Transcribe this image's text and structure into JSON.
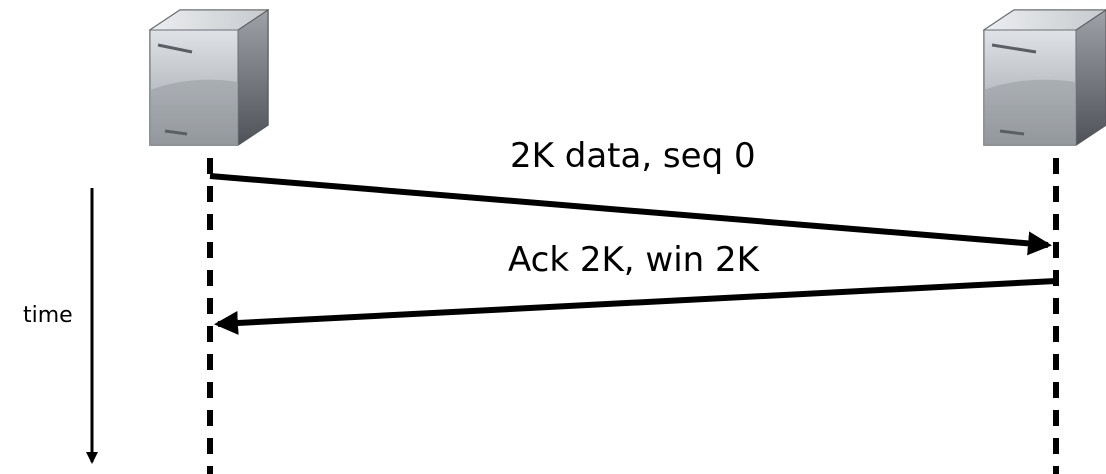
{
  "messages": [
    {
      "label": "2K data, seq 0",
      "from": "left-host",
      "to": "right-host"
    },
    {
      "label": "Ack 2K, win 2K",
      "from": "right-host",
      "to": "left-host"
    }
  ],
  "time_axis": {
    "label": "time"
  },
  "hosts": [
    {
      "name": "left-host",
      "icon": "server-icon"
    },
    {
      "name": "right-host",
      "icon": "server-icon"
    }
  ],
  "colors": {
    "line": "#000000",
    "server_top": "#cfd3d8",
    "server_front": "#a9adb3",
    "server_side": "#6d7177"
  }
}
